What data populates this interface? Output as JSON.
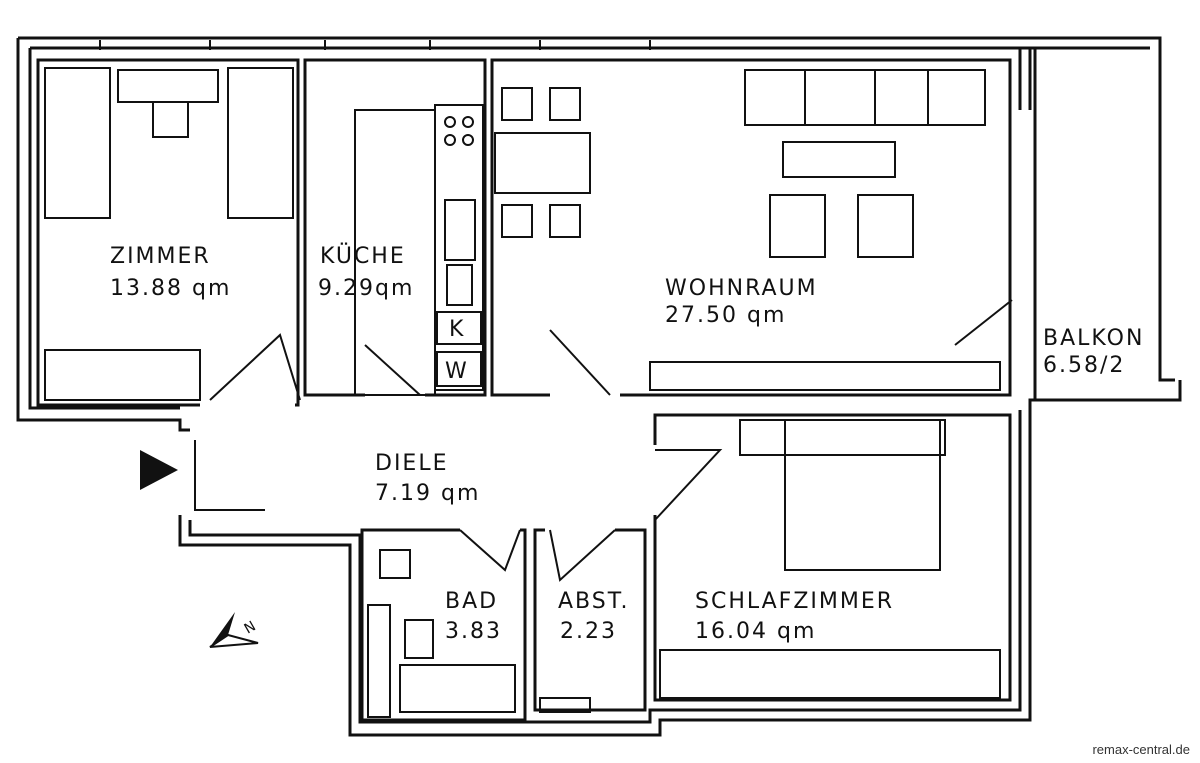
{
  "rooms": {
    "zimmer": {
      "name": "ZIMMER",
      "area": "13.88 qm"
    },
    "kueche": {
      "name": "KÜCHE",
      "area": "9.29qm"
    },
    "wohnraum": {
      "name": "WOHNRAUM",
      "area": "27.50 qm"
    },
    "balkon": {
      "name": "BALKON",
      "area": "6.58/2"
    },
    "diele": {
      "name": "DIELE",
      "area": "7.19 qm"
    },
    "bad": {
      "name": "BAD",
      "area": "3.83"
    },
    "abst": {
      "name": "ABST.",
      "area": "2.23"
    },
    "schlafzimmer": {
      "name": "SCHLAFZIMMER",
      "area": "16.04 qm"
    }
  },
  "kitchen_labels": {
    "k": "K",
    "w": "W"
  },
  "compass": {
    "label": "N"
  },
  "watermark": "remax-central.de",
  "icons": [
    "entrance-arrow-icon",
    "north-arrow-icon"
  ]
}
